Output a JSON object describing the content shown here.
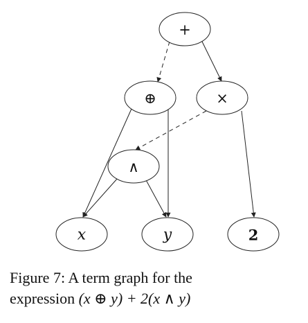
{
  "diagram": {
    "nodes": [
      {
        "id": "plus",
        "label": "+",
        "italic": false
      },
      {
        "id": "oplus",
        "label": "⊕",
        "italic": false
      },
      {
        "id": "times",
        "label": "×",
        "italic": false
      },
      {
        "id": "wedge",
        "label": "∧",
        "italic": false
      },
      {
        "id": "x",
        "label": "x",
        "italic": true
      },
      {
        "id": "y",
        "label": "y",
        "italic": true
      },
      {
        "id": "two",
        "label": "2",
        "italic": false
      }
    ],
    "edges": [
      {
        "from": "plus",
        "to": "oplus",
        "style": "dashed"
      },
      {
        "from": "plus",
        "to": "times",
        "style": "solid"
      },
      {
        "from": "oplus",
        "to": "x",
        "style": "solid"
      },
      {
        "from": "oplus",
        "to": "y",
        "style": "solid"
      },
      {
        "from": "times",
        "to": "wedge",
        "style": "dashed"
      },
      {
        "from": "times",
        "to": "two",
        "style": "solid"
      },
      {
        "from": "wedge",
        "to": "x",
        "style": "solid"
      },
      {
        "from": "wedge",
        "to": "y",
        "style": "solid"
      }
    ]
  },
  "caption": {
    "line1": "Figure 7: A term graph for the",
    "line2_prefix": "expression ",
    "line2_math": "(x ⊕ y) + 2(x ∧ y)"
  }
}
